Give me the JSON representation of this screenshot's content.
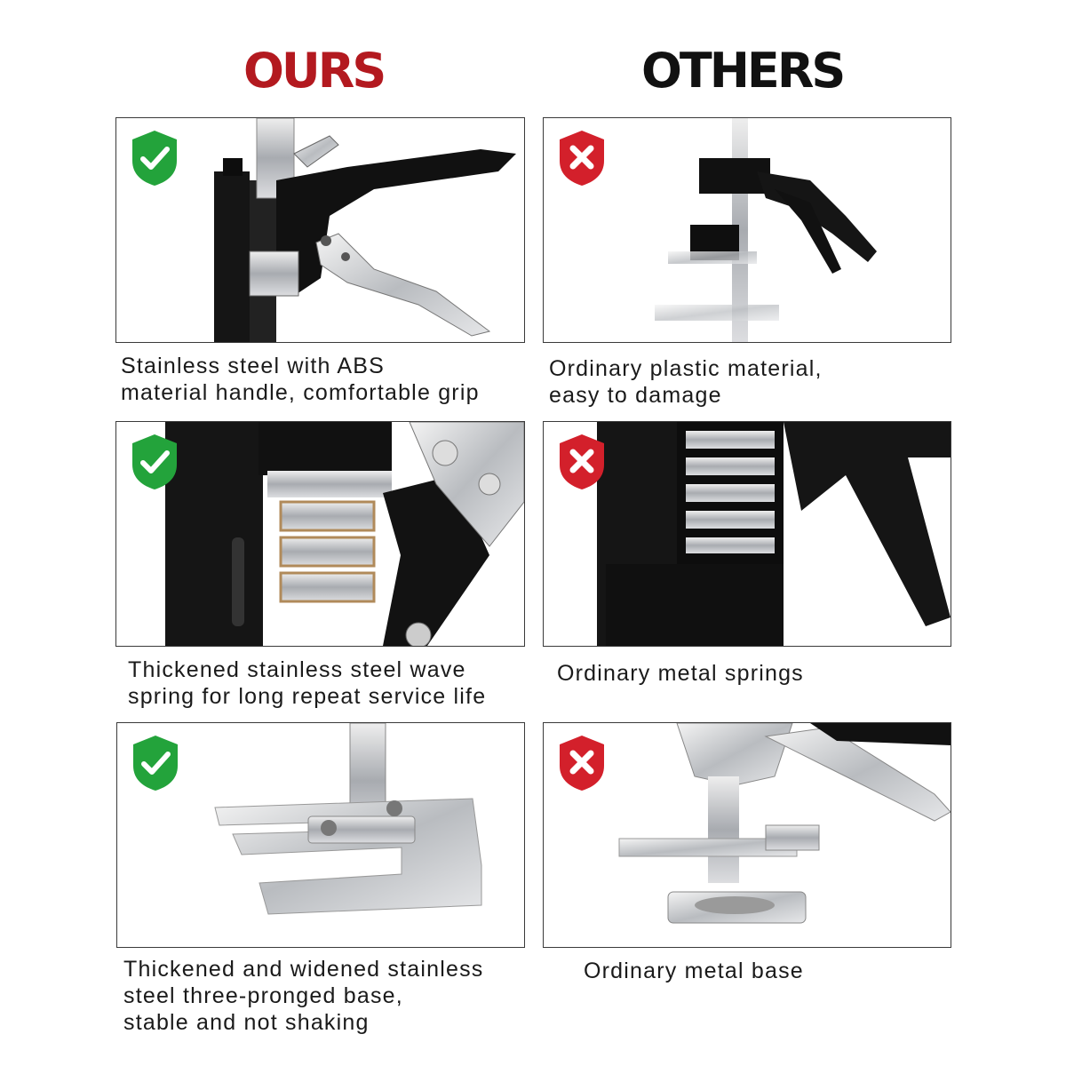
{
  "headings": {
    "ours": "OURS",
    "others": "OTHERS"
  },
  "colors": {
    "ours_heading": "#b3191f",
    "others_heading": "#111111",
    "check_badge": "#23a33b",
    "cross_badge": "#d3202b"
  },
  "rows": [
    {
      "ours": {
        "icon": "check-shield-icon",
        "image": "black-handle-lifter-with-stainless-lever",
        "caption": "Stainless steel with ABS\nmaterial handle, comfortable grip"
      },
      "others": {
        "icon": "cross-shield-icon",
        "image": "all-black-plastic-lifter",
        "caption": "Ordinary plastic material,\neasy to damage"
      }
    },
    {
      "ours": {
        "icon": "check-shield-icon",
        "image": "stainless-wave-spring-closeup",
        "caption": "Thickened stainless steel wave\nspring for long repeat service life"
      },
      "others": {
        "icon": "cross-shield-icon",
        "image": "ordinary-metal-spring-closeup",
        "caption": "Ordinary metal springs"
      }
    },
    {
      "ours": {
        "icon": "check-shield-icon",
        "image": "three-pronged-stainless-base",
        "caption": "Thickened and widened stainless\nsteel three-pronged base,\nstable and not shaking"
      },
      "others": {
        "icon": "cross-shield-icon",
        "image": "ordinary-round-metal-base",
        "caption": "Ordinary metal base"
      }
    }
  ]
}
